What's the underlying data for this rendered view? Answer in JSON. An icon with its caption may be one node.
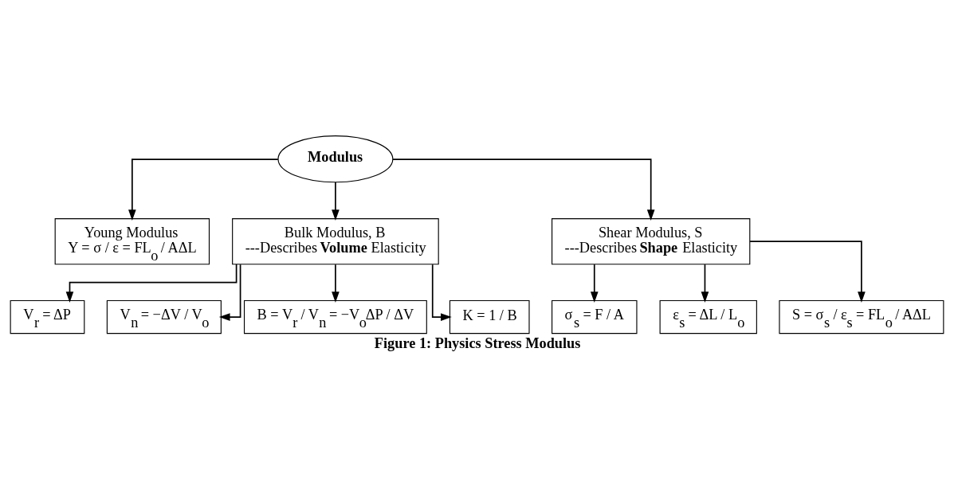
{
  "diagram": {
    "caption": "Figure 1: Physics Stress Modulus",
    "nodes": [
      {
        "text": [
          "Modulus"
        ]
      },
      {
        "text": [
          "Young Modulus",
          "Y = σ / ε = FL$_{o}$ / AΔL"
        ]
      },
      {
        "text": [
          "Bulk Modulus, B",
          "---Describes **Volume** Elasticity"
        ]
      },
      {
        "text": [
          "Shear Modulus, S",
          "---Describes **Shape** Elasticity"
        ]
      },
      {
        "text": [
          "V$_{r}$ = ΔP"
        ]
      },
      {
        "text": [
          "V$_{n}$ = −ΔV / V$_{o}$"
        ]
      },
      {
        "text": [
          "B = V$_{r}$ / V$_{n}$ = −V$_{o}$ΔP / ΔV"
        ]
      },
      {
        "text": [
          "K = 1 / B"
        ]
      },
      {
        "text": [
          "σ$_{s}$ = F / A"
        ]
      },
      {
        "text": [
          "ε$_{s}$ = ΔL / L$_{o}$"
        ]
      },
      {
        "text": [
          "S = σ$_{s}$ / ε$_{s}$ = FL$_{o}$ / AΔL"
        ]
      }
    ],
    "edges": [
      {
        "from": 0,
        "to": 1,
        "arrow": "to"
      },
      {
        "from": 0,
        "to": 2,
        "arrow": "to"
      },
      {
        "from": 0,
        "to": 3,
        "arrow": "to"
      },
      {
        "from": 2,
        "to": 4,
        "arrow": "to"
      },
      {
        "from": 2,
        "to": 5,
        "arrow": "to"
      },
      {
        "from": 2,
        "to": 6,
        "arrow": "to"
      },
      {
        "from": 2,
        "to": 7,
        "arrow": "to"
      },
      {
        "from": 3,
        "to": 8,
        "arrow": "to"
      },
      {
        "from": 3,
        "to": 9,
        "arrow": "to"
      },
      {
        "from": 3,
        "to": 10,
        "arrow": "to"
      }
    ]
  }
}
